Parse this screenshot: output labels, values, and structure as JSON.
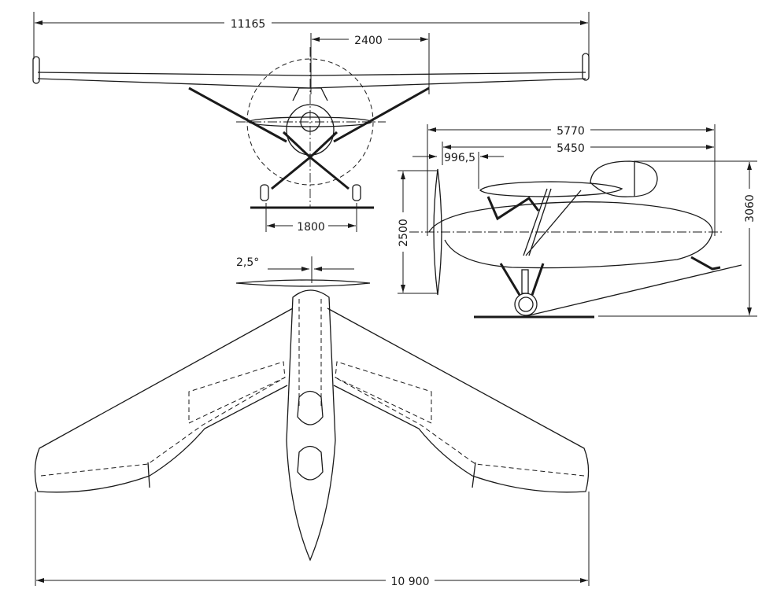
{
  "drawing": {
    "front_view": {
      "span": "11165",
      "prop_diameter": "2400",
      "track": "1800"
    },
    "side_view": {
      "length_overall": "5770",
      "length_fuselage": "5450",
      "prop_offset": "996,5",
      "prop_height": "2500",
      "height": "3060"
    },
    "top_view": {
      "dihedral": "2,5°",
      "span": "10 900"
    }
  }
}
